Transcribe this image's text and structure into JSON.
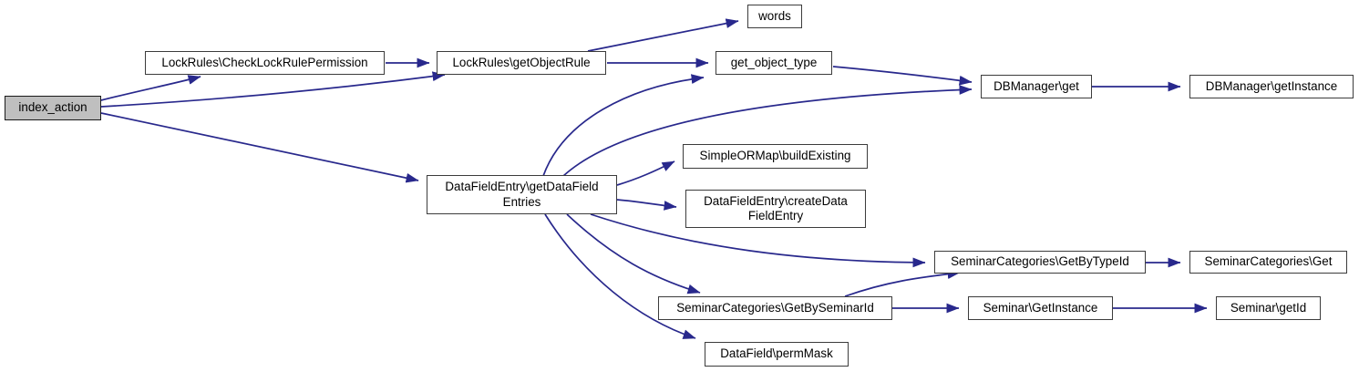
{
  "diagram": {
    "type": "call-graph",
    "root": "index_action",
    "colors": {
      "background": "#ffffff",
      "edge": "#28288c",
      "node_border": "#3c3c3c",
      "node_fill": "#ffffff",
      "root_fill": "#bfbfbf",
      "text": "#000000"
    },
    "nodes": [
      {
        "id": "index_action",
        "label": "index_action",
        "root": true
      },
      {
        "id": "lockrules_checklockrulepermission",
        "label": "LockRules\\CheckLockRulePermission"
      },
      {
        "id": "lockrules_getobjectrule",
        "label": "LockRules\\getObjectRule"
      },
      {
        "id": "words",
        "label": "words"
      },
      {
        "id": "get_object_type",
        "label": "get_object_type"
      },
      {
        "id": "dbmanager_get",
        "label": "DBManager\\get"
      },
      {
        "id": "dbmanager_getinstance",
        "label": "DBManager\\getInstance"
      },
      {
        "id": "datafieldentry_getdatafieldentries",
        "label": "DataFieldEntry\\getDataFieldEntries",
        "lines": [
          "DataFieldEntry\\getDataField",
          "Entries"
        ]
      },
      {
        "id": "simpleormap_buildexisting",
        "label": "SimpleORMap\\buildExisting"
      },
      {
        "id": "datafieldentry_createdatafieldentry",
        "label": "DataFieldEntry\\createDataFieldEntry",
        "lines": [
          "DataFieldEntry\\createData",
          "FieldEntry"
        ]
      },
      {
        "id": "seminarcategories_getbytypeid",
        "label": "SeminarCategories\\GetByTypeId"
      },
      {
        "id": "seminarcategories_get",
        "label": "SeminarCategories\\Get"
      },
      {
        "id": "seminarcategories_getbyseminarid",
        "label": "SeminarCategories\\GetBySeminarId"
      },
      {
        "id": "seminar_getinstance",
        "label": "Seminar\\GetInstance"
      },
      {
        "id": "seminar_getid",
        "label": "Seminar\\getId"
      },
      {
        "id": "datafield_permmask",
        "label": "DataField\\permMask"
      }
    ],
    "edges": [
      {
        "from": "index_action",
        "to": "lockrules_checklockrulepermission"
      },
      {
        "from": "index_action",
        "to": "lockrules_getobjectrule"
      },
      {
        "from": "index_action",
        "to": "datafieldentry_getdatafieldentries"
      },
      {
        "from": "lockrules_checklockrulepermission",
        "to": "lockrules_getobjectrule"
      },
      {
        "from": "lockrules_getobjectrule",
        "to": "words"
      },
      {
        "from": "lockrules_getobjectrule",
        "to": "get_object_type"
      },
      {
        "from": "get_object_type",
        "to": "dbmanager_get"
      },
      {
        "from": "dbmanager_get",
        "to": "dbmanager_getinstance"
      },
      {
        "from": "datafieldentry_getdatafieldentries",
        "to": "get_object_type"
      },
      {
        "from": "datafieldentry_getdatafieldentries",
        "to": "dbmanager_get"
      },
      {
        "from": "datafieldentry_getdatafieldentries",
        "to": "simpleormap_buildexisting"
      },
      {
        "from": "datafieldentry_getdatafieldentries",
        "to": "datafieldentry_createdatafieldentry"
      },
      {
        "from": "datafieldentry_getdatafieldentries",
        "to": "seminarcategories_getbytypeid"
      },
      {
        "from": "datafieldentry_getdatafieldentries",
        "to": "seminarcategories_getbyseminarid"
      },
      {
        "from": "datafieldentry_getdatafieldentries",
        "to": "datafield_permmask"
      },
      {
        "from": "seminarcategories_getbytypeid",
        "to": "seminarcategories_get"
      },
      {
        "from": "seminarcategories_getbyseminarid",
        "to": "seminarcategories_getbytypeid"
      },
      {
        "from": "seminarcategories_getbyseminarid",
        "to": "seminar_getinstance"
      },
      {
        "from": "seminar_getinstance",
        "to": "seminar_getid"
      }
    ]
  }
}
